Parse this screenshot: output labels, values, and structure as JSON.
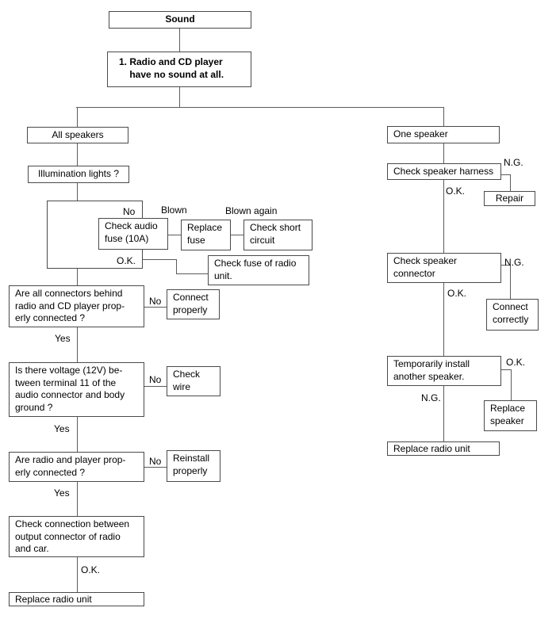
{
  "diagram": {
    "title": "Sound",
    "colors": {
      "background": "#ffffff",
      "box_border": "#4a4a4a",
      "line": "#5c5c5c",
      "text": "#000000"
    },
    "nodes": {
      "sound": "Sound",
      "problem": "1. Radio and CD player\n    have no sound at all.",
      "all_speakers": "All speakers",
      "illumination": "Illumination lights ?",
      "check_audio_fuse": "Check audio\nfuse (10A)",
      "replace_fuse": "Replace\nfuse",
      "check_short_circuit": "Check short\ncircuit",
      "check_fuse_of_radio_unit": "Check fuse of radio\nunit.",
      "connectors_question": "Are all connectors behind\nradio and CD player prop-\nerly connected ?",
      "connect_properly": "Connect\nproperly",
      "voltage_question": "Is there voltage (12V) be-\ntween terminal 11 of the\naudio connector and body\nground ?",
      "check_wire": "Check\nwire",
      "radio_player_question": "Are radio and player prop-\nerly connected ?",
      "reinstall_properly": "Reinstall\nproperly",
      "check_connection_output": "Check connection between\noutput connector of radio\nand car.",
      "replace_radio_unit_left": "Replace radio unit",
      "one_speaker": "One speaker",
      "check_speaker_harness": "Check speaker harness",
      "repair": "Repair",
      "check_speaker_connector": "Check speaker\nconnector",
      "connect_correctly": "Connect\ncorrectly",
      "temporarily_install_speaker": "Temporarily install\nanother speaker.",
      "replace_speaker": "Replace\nspeaker",
      "replace_radio_unit_right": "Replace radio unit"
    },
    "branch_labels": {
      "no": "No",
      "yes": "Yes",
      "ok": "O.K.",
      "ng": "N.G.",
      "blown": "Blown",
      "blown_again": "Blown again"
    }
  }
}
